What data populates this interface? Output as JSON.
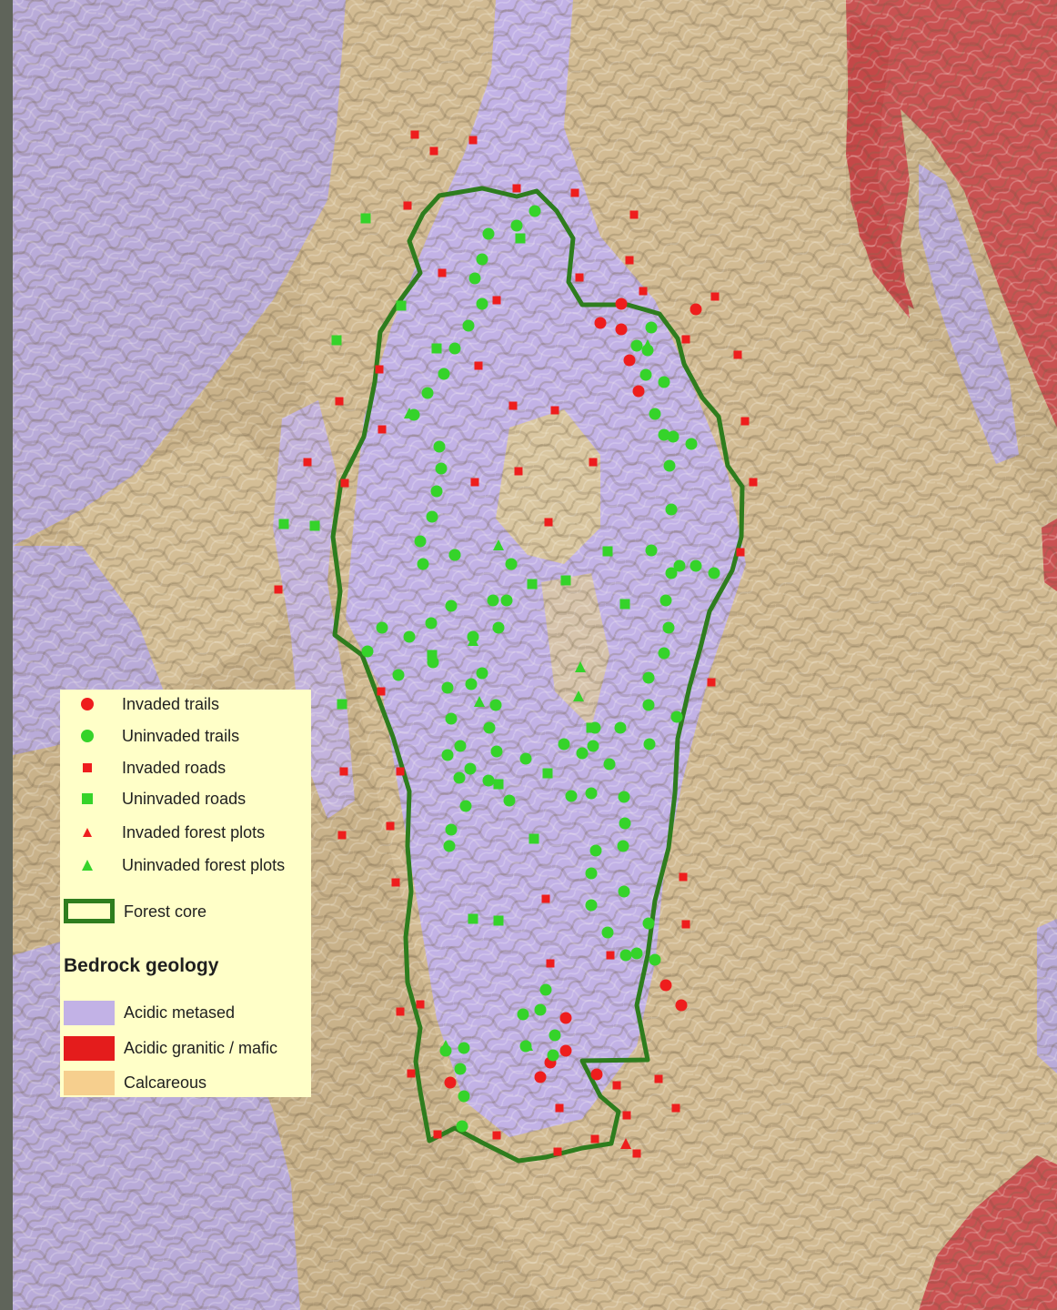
{
  "colors": {
    "acidic_metased": "#c2b2e6",
    "acidic_granitic_mafic": "#e41c1c",
    "calcareous": "#f6cf8e",
    "terrain_base": "#c9b28a",
    "forest_core_outline": "#2e7d1e",
    "invaded": "#ee1d1d",
    "uninvaded": "#35d32a",
    "legend_background": "#ffffc8"
  },
  "legend": {
    "items": [
      {
        "label": "Invaded trails",
        "symbol": "circle-icon",
        "color": "#ee1d1d"
      },
      {
        "label": "Uninvaded trails",
        "symbol": "circle-icon",
        "color": "#35d32a"
      },
      {
        "label": "Invaded roads",
        "symbol": "square-icon",
        "color": "#ee1d1d"
      },
      {
        "label": "Uninvaded roads",
        "symbol": "square-icon",
        "color": "#35d32a"
      },
      {
        "label": "Invaded forest plots",
        "symbol": "triangle-icon",
        "color": "#ee1d1d"
      },
      {
        "label": "Uninvaded forest plots",
        "symbol": "triangle-icon",
        "color": "#35d32a"
      }
    ],
    "forest_core_label": "Forest core",
    "geology_title": "Bedrock geology",
    "geology_items": [
      {
        "label": "Acidic metased",
        "color": "#c2b2e6"
      },
      {
        "label": "Acidic granitic / mafic",
        "color": "#e41c1c"
      },
      {
        "label": "Calcareous",
        "color": "#f6cf8e"
      }
    ]
  }
}
